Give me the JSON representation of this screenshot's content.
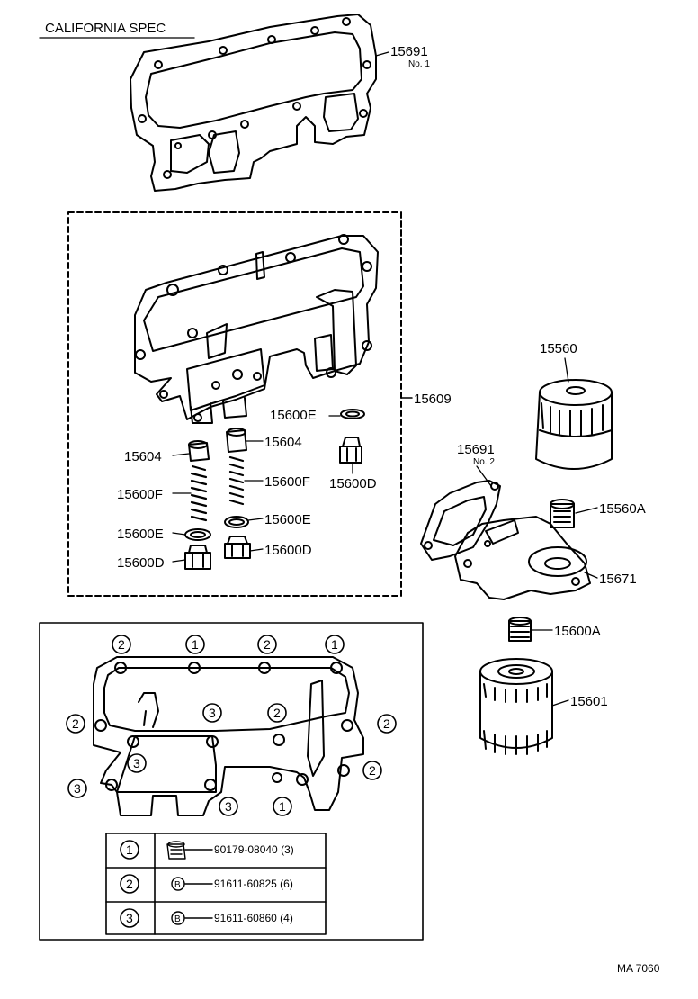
{
  "header": {
    "title": "CALIFORNIA SPEC"
  },
  "footer": {
    "code": "MA  7060"
  },
  "parts": {
    "gasket_no1": {
      "number": "15691",
      "sub": "No. 1"
    },
    "gasket_no2": {
      "number": "15691",
      "sub": "No. 2"
    },
    "cooler_assy": "15609",
    "filter_upper": "15560",
    "union_a_top": "15560A",
    "bracket": "15671",
    "union_a_bottom": "15600A",
    "filter_lower": "15601",
    "valve_left": "15604",
    "valve_right": "15604",
    "spring_left": "15600F",
    "spring_right": "15600F",
    "gasket_e_top": "15600E",
    "gasket_e_left": "15600E",
    "gasket_e_right": "15600E",
    "plug_d_top": "15600D",
    "plug_d_left": "15600D",
    "plug_d_right": "15600D"
  },
  "callouts": {
    "c1": "1",
    "c2": "2",
    "c3": "3"
  },
  "table": {
    "rows": [
      {
        "mark": "1",
        "part": "90179-08040 (3)"
      },
      {
        "mark": "2",
        "part": "91611-60825 (6)"
      },
      {
        "mark": "3",
        "part": "91611-60860 (4)"
      }
    ],
    "bolt_symbol": "B"
  }
}
